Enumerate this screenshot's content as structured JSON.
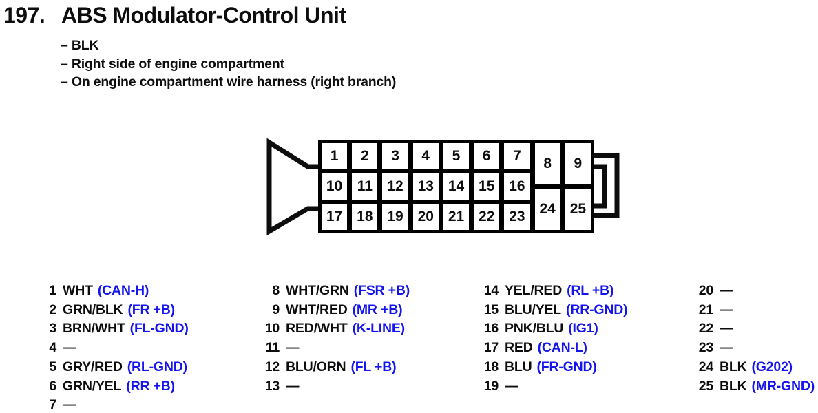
{
  "title": {
    "number": "197.",
    "text": "ABS Modulator-Control Unit"
  },
  "notes": [
    "– BLK",
    "– Right side of engine compartment",
    "– On engine compartment wire harness (right branch)"
  ],
  "connector": {
    "main_rows": [
      [
        "1",
        "2",
        "3",
        "4",
        "5",
        "6",
        "7"
      ],
      [
        "10",
        "11",
        "12",
        "13",
        "14",
        "15",
        "16"
      ],
      [
        "17",
        "18",
        "19",
        "20",
        "21",
        "22",
        "23"
      ]
    ],
    "side_pins": [
      "8",
      "9",
      "24",
      "25"
    ]
  },
  "pin_list": {
    "columns": [
      [
        {
          "num": "1",
          "wire": "WHT",
          "signal": "(CAN-H)"
        },
        {
          "num": "2",
          "wire": "GRN/BLK",
          "signal": "(FR +B)"
        },
        {
          "num": "3",
          "wire": "BRN/WHT",
          "signal": "(FL-GND)"
        },
        {
          "num": "4",
          "wire": "—",
          "signal": ""
        },
        {
          "num": "5",
          "wire": "GRY/RED",
          "signal": "(RL-GND)"
        },
        {
          "num": "6",
          "wire": "GRN/YEL",
          "signal": "(RR +B)"
        },
        {
          "num": "7",
          "wire": "—",
          "signal": ""
        }
      ],
      [
        {
          "num": "8",
          "wire": "WHT/GRN",
          "signal": "(FSR +B)"
        },
        {
          "num": "9",
          "wire": "WHT/RED",
          "signal": "(MR +B)"
        },
        {
          "num": "10",
          "wire": "RED/WHT",
          "signal": "(K-LINE)"
        },
        {
          "num": "11",
          "wire": "—",
          "signal": ""
        },
        {
          "num": "12",
          "wire": "BLU/ORN",
          "signal": "(FL +B)"
        },
        {
          "num": "13",
          "wire": "—",
          "signal": ""
        }
      ],
      [
        {
          "num": "14",
          "wire": "YEL/RED",
          "signal": "(RL +B)"
        },
        {
          "num": "15",
          "wire": "BLU/YEL",
          "signal": "(RR-GND)"
        },
        {
          "num": "16",
          "wire": "PNK/BLU",
          "signal": "(IG1)"
        },
        {
          "num": "17",
          "wire": "RED",
          "signal": "(CAN-L)"
        },
        {
          "num": "18",
          "wire": "BLU",
          "signal": "(FR-GND)"
        },
        {
          "num": "19",
          "wire": "—",
          "signal": ""
        }
      ],
      [
        {
          "num": "20",
          "wire": "—",
          "signal": ""
        },
        {
          "num": "21",
          "wire": "—",
          "signal": ""
        },
        {
          "num": "22",
          "wire": "—",
          "signal": ""
        },
        {
          "num": "23",
          "wire": "—",
          "signal": ""
        },
        {
          "num": "24",
          "wire": "BLK",
          "signal": "(G202)"
        },
        {
          "num": "25",
          "wire": "BLK",
          "signal": "(MR-GND)"
        }
      ]
    ]
  },
  "colors": {
    "signal_blue": "#1414ee",
    "ink_black": "#0d0d0d"
  }
}
